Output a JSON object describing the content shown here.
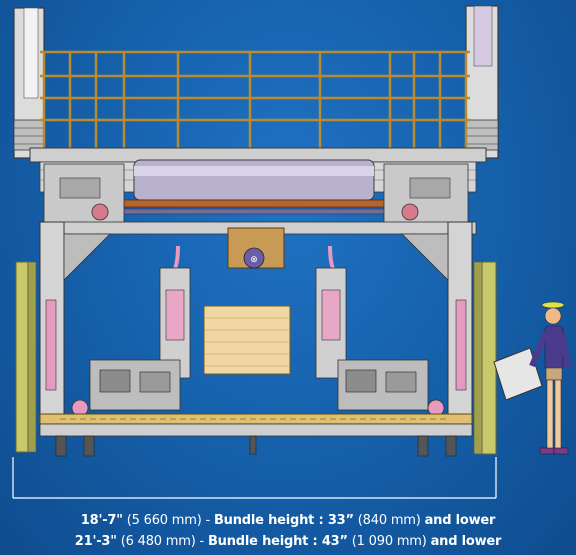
{
  "colors": {
    "background": "#155ea8",
    "frame_fill": "#d9d9d9",
    "frame_stroke": "#3a3a3a",
    "roller": "#b9b2cf",
    "rail": "#b98a2e",
    "bundle": "#f1d7a3",
    "guard": "#c9c86a",
    "accent_pink": "#e79ac0",
    "caption_text": "#ffffff"
  },
  "caption": {
    "line1": {
      "dim_imperial": "18'-7\"",
      "dim_metric": " (5 660 mm) - ",
      "bundle_label": "Bundle height : 33”",
      "bundle_metric": " (840 mm) ",
      "suffix": "and lower"
    },
    "line2": {
      "dim_imperial": "21'-3\"",
      "dim_metric": " (6 480 mm) - ",
      "bundle_label": "Bundle height : 43”",
      "bundle_metric": " (1 090 mm) ",
      "suffix": "and lower"
    }
  }
}
